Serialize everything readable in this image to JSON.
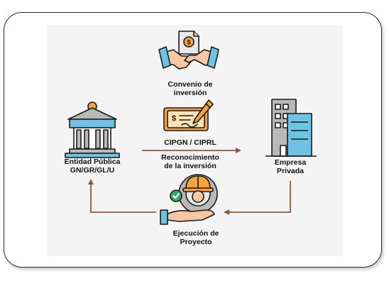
{
  "diagram": {
    "nodes": {
      "convenio": {
        "label": "Convenio de\ninversión",
        "icon": "handshake-contract-icon"
      },
      "cipgn": {
        "label": "CIPGN / CIPRL",
        "icon": "cheque-pen-icon"
      },
      "reconocimiento": {
        "label": "Reconocimiento\nde la inversión"
      },
      "entidad": {
        "label": "Entidad Pública\nGN/GR/GL/U",
        "icon": "government-building-icon"
      },
      "empresa": {
        "label": "Empresa\nPrivada",
        "icon": "office-buildings-icon"
      },
      "ejecucion": {
        "label": "Ejecución de\nProyecto",
        "icon": "worker-gear-hand-icon"
      }
    },
    "edges": [
      {
        "from": "Entidad Pública",
        "to": "Empresa Privada"
      },
      {
        "from": "Empresa Privada",
        "to": "Ejecución de Proyecto"
      },
      {
        "from": "Ejecución de Proyecto",
        "to": "Entidad Pública"
      }
    ]
  },
  "colors": {
    "arrow": "#8b5a3c",
    "outline": "#1a1a1a",
    "orange": "#f7a23b",
    "blue": "#6cc3e6",
    "gray": "#b9b9b9",
    "skin": "#f6c7a0",
    "green": "#3aa76d"
  }
}
